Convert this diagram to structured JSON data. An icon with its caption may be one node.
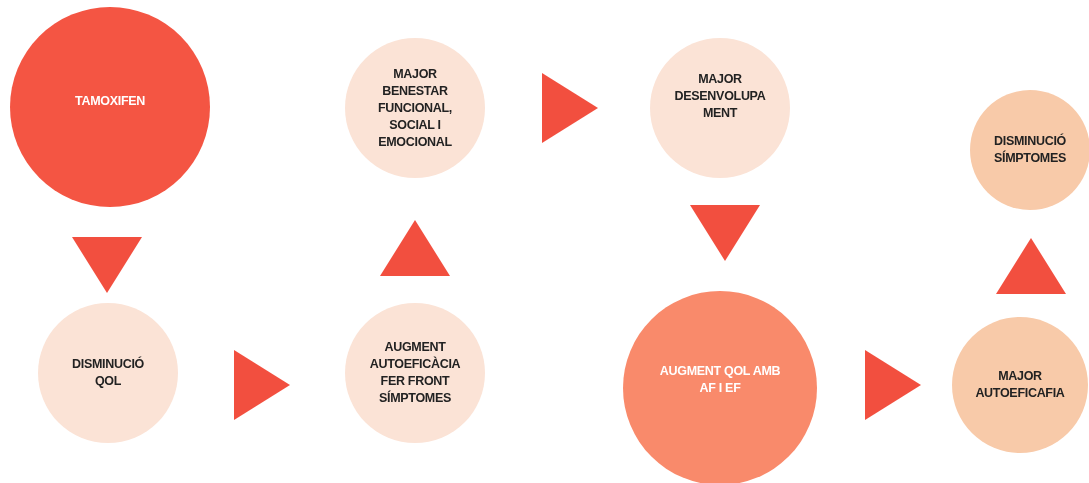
{
  "diagram": {
    "nodes": [
      {
        "text": [
          "TAMOXIFEN"
        ]
      },
      {
        "text": [
          "DISMINUCIÓ QOL"
        ]
      },
      {
        "text": [
          "AUGMENT AUTOEFICÀCIA FER FRONT SÍMPTOMES"
        ]
      },
      {
        "text": [
          "MAJOR BENESTAR FUNCIONAL, SOCIAL I EMOCIONAL"
        ]
      },
      {
        "text": [
          "MAJOR DESENVOLUPA MENT"
        ]
      },
      {
        "text": [
          "AUGMENT QOL  AMB AF I EF"
        ]
      },
      {
        "text": [
          "MAJOR AUTOEFICAFIA"
        ]
      },
      {
        "text": [
          "DISMINUCIÓ SÍMPTOMES"
        ]
      }
    ],
    "edges": [
      {
        "from": 0,
        "to": 1,
        "arrow": "to"
      },
      {
        "from": 1,
        "to": 2,
        "arrow": "to"
      },
      {
        "from": 2,
        "to": 3,
        "arrow": "to"
      },
      {
        "from": 3,
        "to": 4,
        "arrow": "to"
      },
      {
        "from": 4,
        "to": 5,
        "arrow": "to"
      },
      {
        "from": 5,
        "to": 6,
        "arrow": "to"
      },
      {
        "from": 6,
        "to": 7,
        "arrow": "to"
      }
    ]
  }
}
